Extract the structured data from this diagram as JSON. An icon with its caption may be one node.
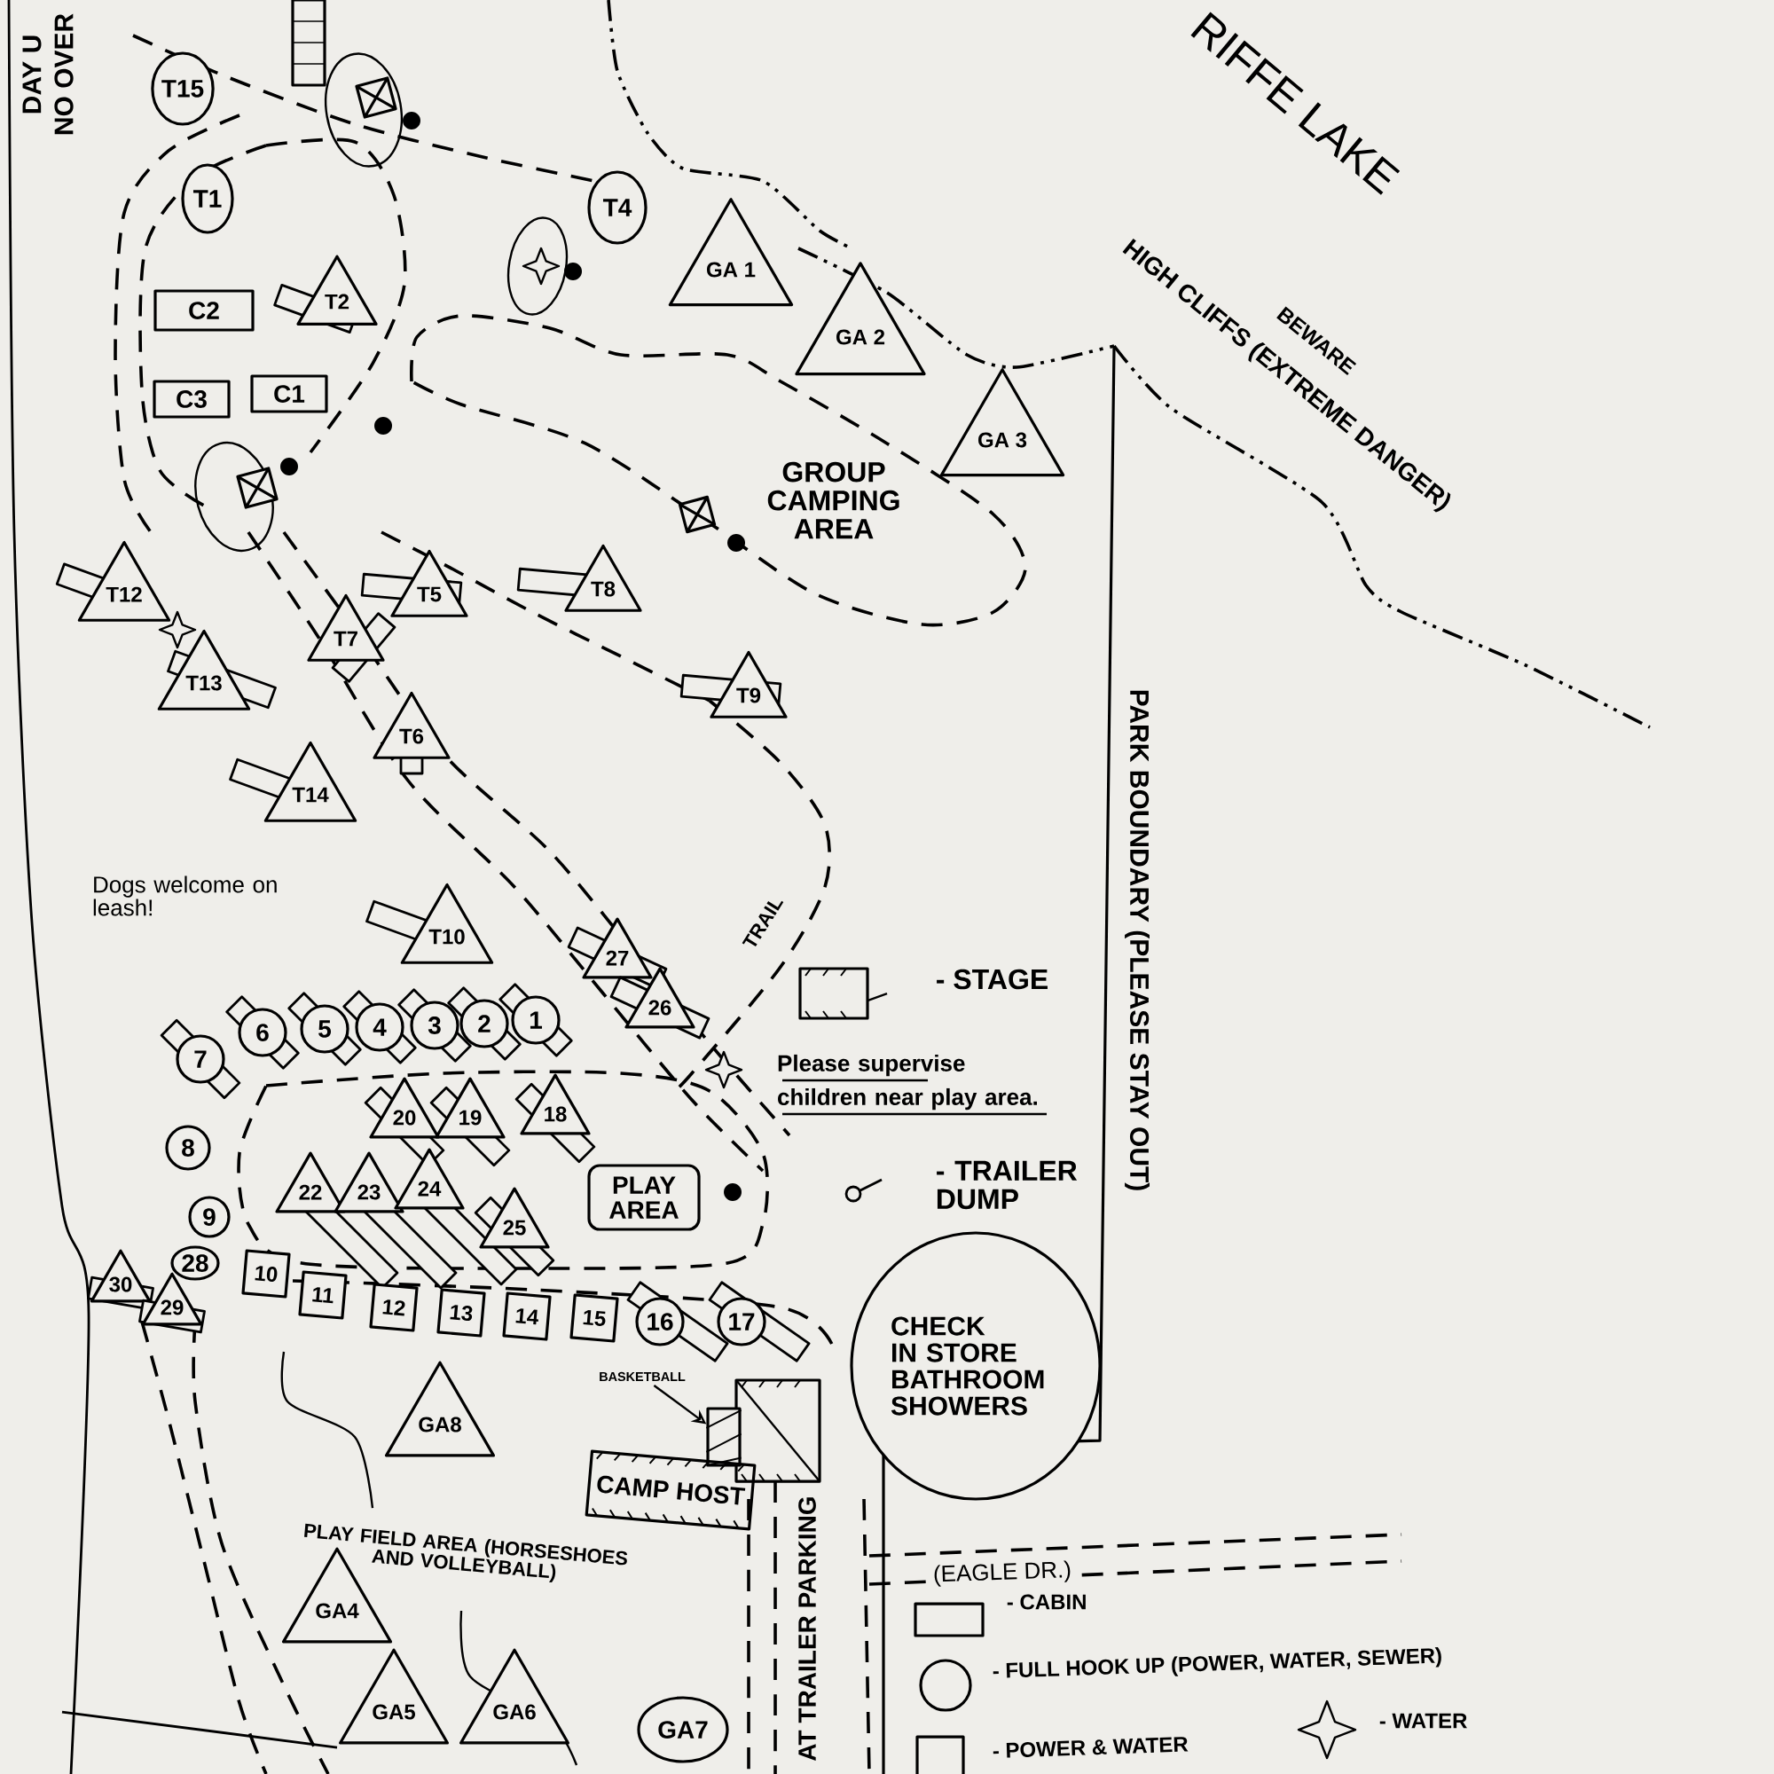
{
  "diagram": {
    "nodes": [
      {
        "text": [
          "T15"
        ]
      },
      {
        "text": [
          "T1"
        ]
      },
      {
        "text": [
          "C2"
        ]
      },
      {
        "text": [
          "T2"
        ]
      },
      {
        "text": [
          "T4"
        ]
      },
      {
        "text": [
          "GA 1"
        ]
      },
      {
        "text": [
          "GA 2"
        ]
      },
      {
        "text": [
          "GA 3"
        ]
      },
      {
        "text": [
          "C3"
        ]
      },
      {
        "text": [
          "C1"
        ]
      },
      {
        "text": [
          "T12"
        ]
      },
      {
        "text": [
          "T13"
        ]
      },
      {
        "text": [
          "T5"
        ]
      },
      {
        "text": [
          "T8"
        ]
      },
      {
        "text": [
          "T7"
        ]
      },
      {
        "text": [
          "T6"
        ]
      },
      {
        "text": [
          "T9"
        ]
      },
      {
        "text": [
          "T14"
        ]
      },
      {
        "text": [
          "T10"
        ]
      },
      {
        "text": [
          "27"
        ]
      },
      {
        "text": [
          "26"
        ]
      },
      {
        "text": [
          "6"
        ]
      },
      {
        "text": [
          "5"
        ]
      },
      {
        "text": [
          "4"
        ]
      },
      {
        "text": [
          "3"
        ]
      },
      {
        "text": [
          "2"
        ]
      },
      {
        "text": [
          "1"
        ]
      },
      {
        "text": [
          "7"
        ]
      },
      {
        "text": [
          "20"
        ]
      },
      {
        "text": [
          "19"
        ]
      },
      {
        "text": [
          "18"
        ]
      },
      {
        "text": [
          "8"
        ]
      },
      {
        "text": [
          "22"
        ]
      },
      {
        "text": [
          "23"
        ]
      },
      {
        "text": [
          "24"
        ]
      },
      {
        "text": [
          "25"
        ]
      },
      {
        "text": [
          "PLAY AREA"
        ]
      },
      {
        "text": [
          "9"
        ]
      },
      {
        "text": [
          "28"
        ]
      },
      {
        "text": [
          "30"
        ]
      },
      {
        "text": [
          "29"
        ]
      },
      {
        "text": [
          "10"
        ]
      },
      {
        "text": [
          "11"
        ]
      },
      {
        "text": [
          "12"
        ]
      },
      {
        "text": [
          "13"
        ]
      },
      {
        "text": [
          "14"
        ]
      },
      {
        "text": [
          "15"
        ]
      },
      {
        "text": [
          "16"
        ]
      },
      {
        "text": [
          "17"
        ]
      },
      {
        "text": [
          "CHECK IN STORE BATHROOM SHOWERS"
        ]
      },
      {
        "text": [
          "GA8"
        ]
      },
      {
        "text": [
          "BASKETBALL"
        ]
      },
      {
        "text": [],
        "shape": "box"
      },
      {
        "text": [
          "CAMP HOST"
        ]
      },
      {
        "text": [
          "GA4"
        ]
      },
      {
        "text": [
          "GA5"
        ]
      },
      {
        "text": [
          "GA6"
        ]
      },
      {
        "text": [
          "GA7"
        ]
      }
    ],
    "edges": [
      {
        "from": 51,
        "to": 52,
        "arrow": "to"
      }
    ],
    "labels": [
      "RIFFE LAKE",
      "BEWARE",
      "HIGH CLIFFS (EXTREME DANGER)",
      "DAY U",
      "NO OVER",
      "GROUP CAMPING AREA",
      "PARK BOUNDARY (PLEASE STAY OUT)",
      "Dogs welcome on leash!",
      "TRAIL",
      "Please supervise children near play area.",
      "PLAY FIELD AREA (HORSESHOES AND VOLLEYBALL)",
      "(EAGLE DR.)",
      "AT TRAILER PARKING"
    ],
    "legend": [
      {
        "text": "- STAGE"
      },
      {
        "text": "- TRAILER DUMP"
      },
      {
        "text": "- CABIN"
      },
      {
        "text": "- FULL HOOK UP (POWER, WATER, SEWER)"
      },
      {
        "text": "- POWER & WATER"
      },
      {
        "text": "- WATER"
      }
    ]
  }
}
